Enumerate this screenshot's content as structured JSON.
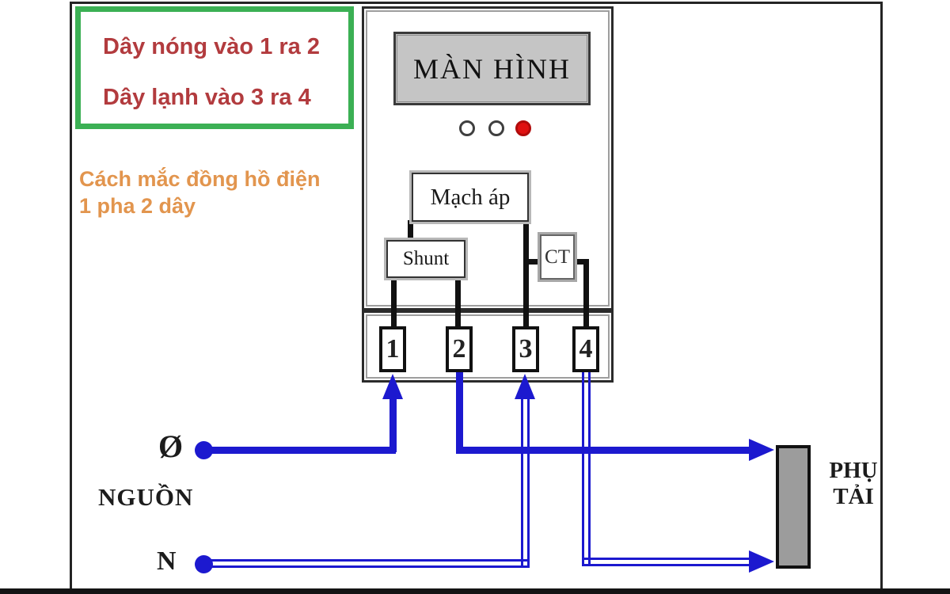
{
  "info_box": {
    "line1": "Dây nóng vào 1 ra 2",
    "line2": "Dây lạnh vào 3 ra 4"
  },
  "caption": {
    "line1": "Cách mắc đồng hồ điện",
    "line2": "1 pha 2 dây"
  },
  "meter": {
    "display_label": "MÀN HÌNH",
    "voltage_circuit_label": "Mạch áp",
    "shunt_label": "Shunt",
    "ct_label": "CT",
    "terminals": [
      "1",
      "2",
      "3",
      "4"
    ]
  },
  "source": {
    "phase_symbol": "Ø",
    "label": "NGUỒN",
    "neutral_symbol": "N"
  },
  "load": {
    "line1": "PHỤ",
    "line2": "TẢI"
  },
  "colors": {
    "wire_blue": "#1c19cf",
    "note_red": "#b23b3e",
    "box_green": "#3bb054",
    "caption_orange": "#e2954e",
    "indicator_red": "#e01111",
    "display_gray": "#c5c5c5",
    "load_gray": "#9c9c9c"
  }
}
